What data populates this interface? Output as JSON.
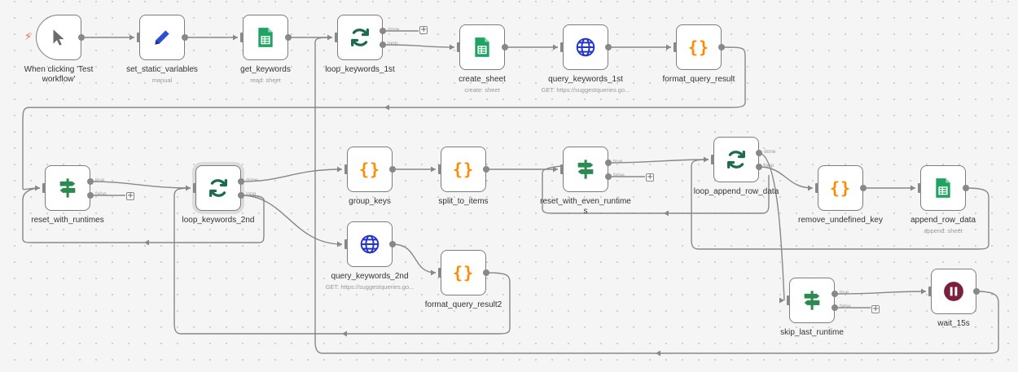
{
  "canvas": {
    "accent_color": "#ff5b4b",
    "edge_color": "#888888",
    "trigger_icon": "bolt-icon"
  },
  "nodes": [
    {
      "id": "trigger",
      "title": "When clicking 'Test workflow'",
      "subtitle": "",
      "icon": "cursor-icon",
      "type": "trigger"
    },
    {
      "id": "set_static_variables",
      "title": "set_static_variables",
      "subtitle": "manual",
      "icon": "pencil-icon"
    },
    {
      "id": "get_keywords",
      "title": "get_keywords",
      "subtitle": "read: sheet",
      "icon": "google-sheets-icon"
    },
    {
      "id": "loop_keywords_1st",
      "title": "loop_keywords_1st",
      "subtitle": "",
      "icon": "loop-icon",
      "outputs": [
        "done",
        "loop"
      ]
    },
    {
      "id": "create_sheet",
      "title": "create_sheet",
      "subtitle": "create: sheet",
      "icon": "google-sheets-icon"
    },
    {
      "id": "query_keywords_1st",
      "title": "query_keywords_1st",
      "subtitle": "GET: https://suggestqueries.go...",
      "icon": "globe-icon"
    },
    {
      "id": "format_query_result",
      "title": "format_query_result",
      "subtitle": "",
      "icon": "code-braces-icon"
    },
    {
      "id": "reset_with_runtimes",
      "title": "reset_with_runtimes",
      "subtitle": "",
      "icon": "signpost-icon",
      "outputs": [
        "true",
        "false"
      ]
    },
    {
      "id": "loop_keywords_2nd",
      "title": "loop_keywords_2nd",
      "subtitle": "",
      "icon": "loop-icon",
      "outputs": [
        "done",
        "loop"
      ],
      "selected": true
    },
    {
      "id": "group_keys",
      "title": "group_keys",
      "subtitle": "",
      "icon": "code-braces-icon"
    },
    {
      "id": "split_to_items",
      "title": "split_to_items",
      "subtitle": "",
      "icon": "code-braces-icon"
    },
    {
      "id": "reset_with_even_runtimes",
      "title": "reset_with_even_runtime\ns",
      "subtitle": "",
      "icon": "signpost-icon",
      "outputs": [
        "true",
        "false"
      ]
    },
    {
      "id": "loop_append_row_data",
      "title": "loop_append_row_data",
      "subtitle": "",
      "icon": "loop-icon",
      "outputs": [
        "done",
        "loop"
      ]
    },
    {
      "id": "remove_undefined_key",
      "title": "remove_undefined_key",
      "subtitle": "",
      "icon": "code-braces-icon"
    },
    {
      "id": "append_row_data",
      "title": "append_row_data",
      "subtitle": "append: sheet",
      "icon": "google-sheets-icon"
    },
    {
      "id": "query_keywords_2nd",
      "title": "query_keywords_2nd",
      "subtitle": "GET: https://suggestqueries.go...",
      "icon": "globe-icon"
    },
    {
      "id": "format_query_result2",
      "title": "format_query_result2",
      "subtitle": "",
      "icon": "code-braces-icon"
    },
    {
      "id": "skip_last_runtime",
      "title": "skip_last_runtime",
      "subtitle": "",
      "icon": "signpost-icon",
      "outputs": [
        "true",
        "false"
      ]
    },
    {
      "id": "wait_15s",
      "title": "wait_15s",
      "subtitle": "",
      "icon": "pause-icon"
    }
  ],
  "colors": {
    "loop": "#1b6b4c",
    "sheets": "#1ea362",
    "globe": "#2233cc",
    "braces": "#ff8a00",
    "signpost": "#2b8a4f",
    "pencil": "#2d4fd6",
    "cursor": "#6b6b6b",
    "pause": "#7a1f3d"
  }
}
